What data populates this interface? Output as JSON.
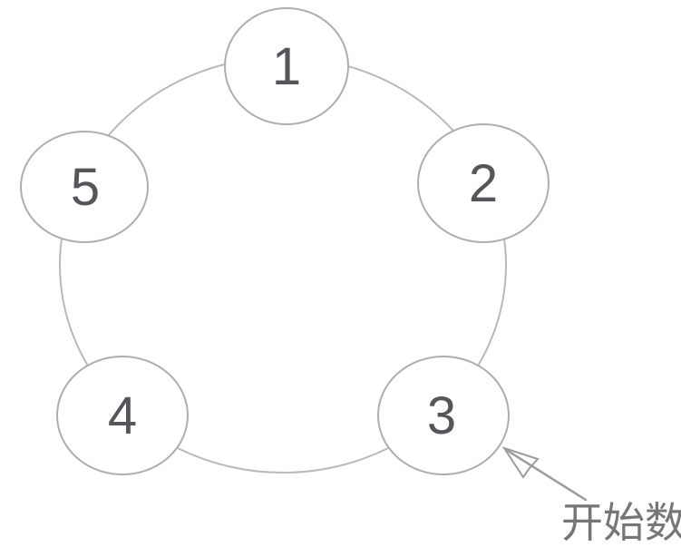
{
  "diagram": {
    "kind": "circular-counting-diagram",
    "nodes": [
      {
        "label": "1"
      },
      {
        "label": "2"
      },
      {
        "label": "3"
      },
      {
        "label": "4"
      },
      {
        "label": "5"
      }
    ],
    "annotation": {
      "label": "开始数",
      "points_to_node": "3"
    },
    "colors": {
      "background": "#ffffff",
      "ring_stroke": "#b9b9b9",
      "node_stroke": "#aeaeae",
      "node_fill": "#ffffff",
      "number_text": "#55565a",
      "arrow": "#9c9c9c",
      "annotation_text": "#767678"
    }
  }
}
